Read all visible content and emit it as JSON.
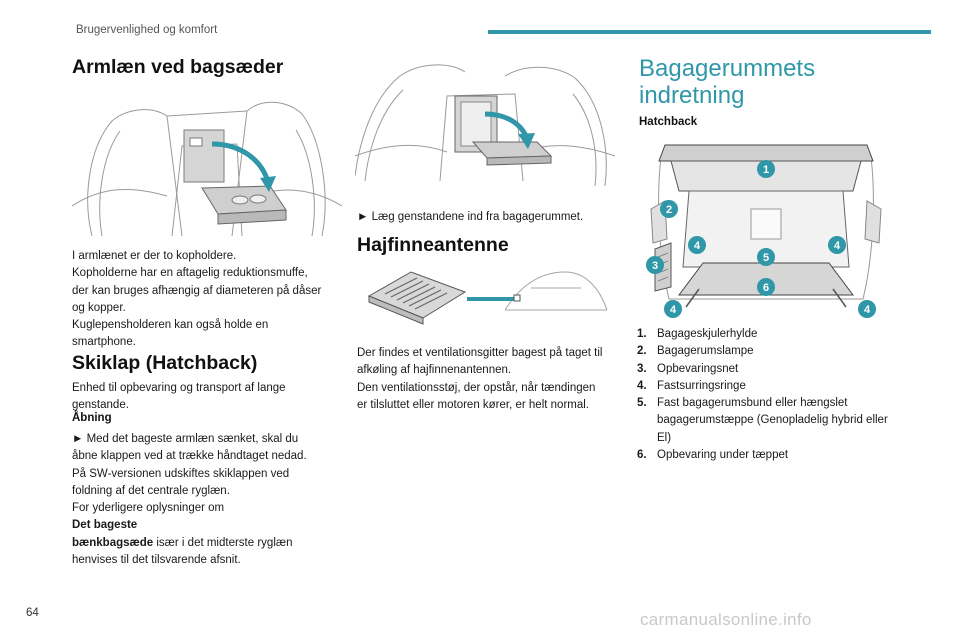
{
  "header": {
    "title": "Brugervenlighed og komfort"
  },
  "colors": {
    "accent": "#2f97a8"
  },
  "col1": {
    "heading": "Armlæn ved bagsæder",
    "armrest_text": [
      "I armlænet er der to kopholdere.",
      "Kopholderne har en aftagelig reduktionsmuffe,",
      "der kan bruges afhængig af diameteren på dåser",
      "og kopper.",
      "Kuglepensholderen kan også holde en",
      "smartphone."
    ],
    "ski_heading": "Skiklap (Hatchback)",
    "ski_text": [
      "Enhed til opbevaring og transport af lange",
      "genstande."
    ],
    "opening_heading": "Åbning",
    "opening_lines": [
      "► Med det bageste armlæn sænket, skal du",
      "åbne klappen ved at trække håndtaget nedad.",
      "På SW-versionen udskiftes skiklappen ved",
      "foldning af det centrale ryglæn.",
      "For yderligere oplysninger om"
    ],
    "ref_bold_1": "Det bageste",
    "ref_bold_2": "bænkbagsæde",
    "ref_rest": " især i det midterste ryglæn",
    "ref_last": "henvises til det tilsvarende afsnit."
  },
  "col2": {
    "load_instruction": "► Læg genstandene ind fra bagagerummet.",
    "fin_heading": "Hajfinneantenne",
    "fin_text": [
      "Der findes et ventilationsgitter bagest på taget til",
      "afkøling af hajfinnenantennen.",
      "Den ventilationsstøj, der opstår, når tændingen",
      "er tilsluttet eller motoren kører, er helt normal."
    ]
  },
  "col3": {
    "heading_line1": "Bagagerummets",
    "heading_line2": "indretning",
    "subheading": "Hatchback",
    "callouts": [
      "1",
      "2",
      "3",
      "4",
      "4",
      "5",
      "6",
      "4",
      "4"
    ],
    "items": [
      {
        "num": "1.",
        "lines": [
          "Bagageskjulerhylde"
        ]
      },
      {
        "num": "2.",
        "lines": [
          "Bagagerumslampe"
        ]
      },
      {
        "num": "3.",
        "lines": [
          "Opbevaringsnet"
        ]
      },
      {
        "num": "4.",
        "lines": [
          "Fastsurringsringe"
        ]
      },
      {
        "num": "5.",
        "lines": [
          "Fast bagagerumsbund eller hængslet",
          "bagagerumstæppe (Genopladelig hybrid eller",
          "El)"
        ]
      },
      {
        "num": "6.",
        "lines": [
          "Opbevaring under tæppet"
        ]
      }
    ]
  },
  "footer": {
    "page_number": "64",
    "watermark": "carmanualsonline.info"
  }
}
